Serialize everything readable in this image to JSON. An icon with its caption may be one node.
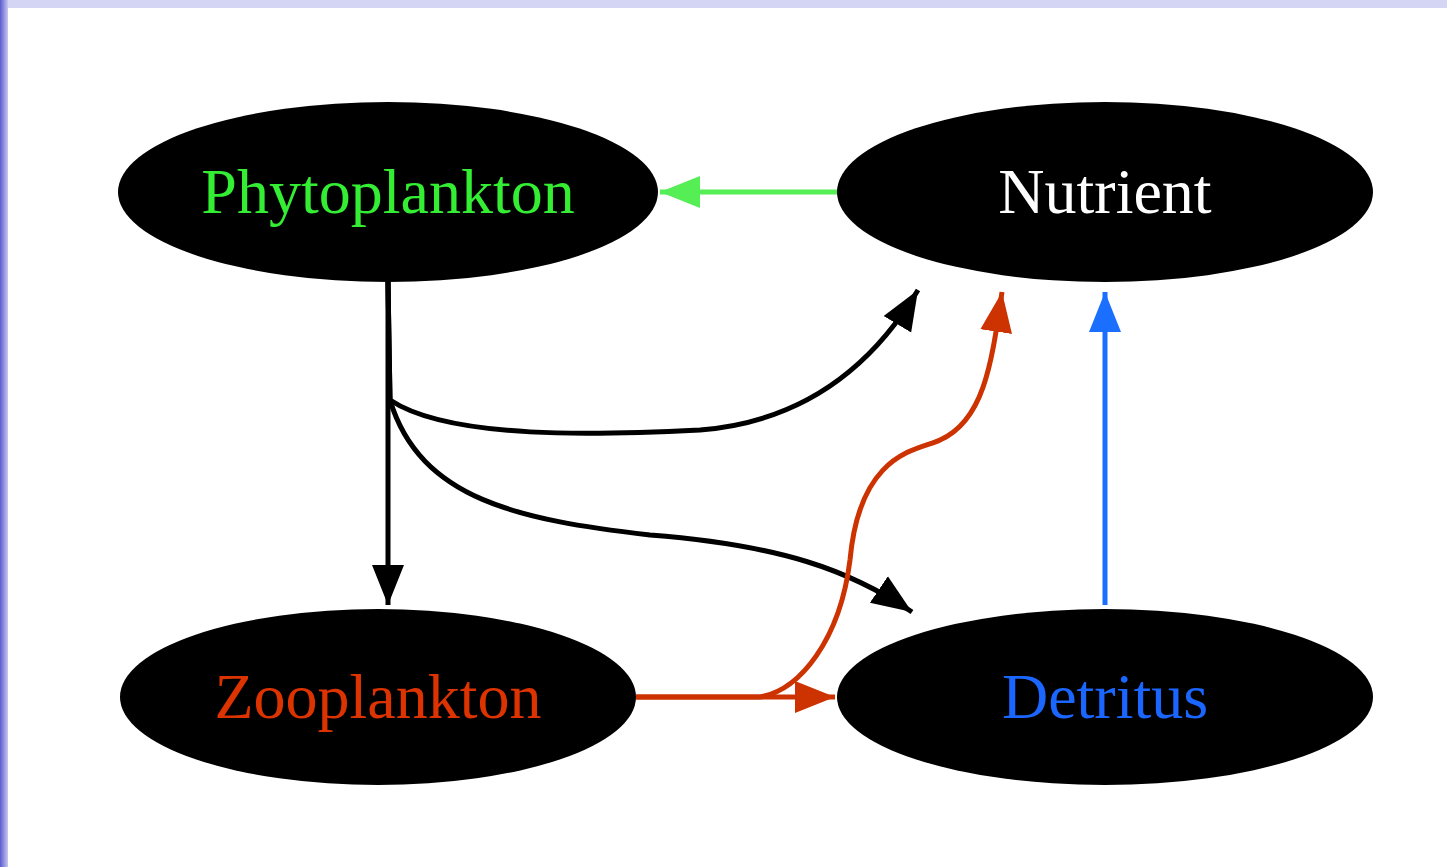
{
  "diagram": {
    "nodes": [
      {
        "text": [
          "Phytoplankton"
        ]
      },
      {
        "text": [
          "Nutrient"
        ]
      },
      {
        "text": [
          "Zooplankton"
        ]
      },
      {
        "text": [
          "Detritus"
        ]
      }
    ],
    "edges": [
      {
        "from": 1,
        "to": 0,
        "arrow": "to",
        "color": "#55ee55"
      },
      {
        "from": 0,
        "to": 2,
        "arrow": "to"
      },
      {
        "from": 0,
        "to": 1,
        "arrow": "to"
      },
      {
        "from": 0,
        "to": 3,
        "arrow": "to"
      },
      {
        "from": 2,
        "to": 3,
        "arrow": "to",
        "color": "#cc3300"
      },
      {
        "from": 2,
        "to": 1,
        "arrow": "to",
        "color": "#cc3300"
      },
      {
        "from": 3,
        "to": 1,
        "arrow": "to",
        "color": "#1a6fff"
      }
    ]
  }
}
